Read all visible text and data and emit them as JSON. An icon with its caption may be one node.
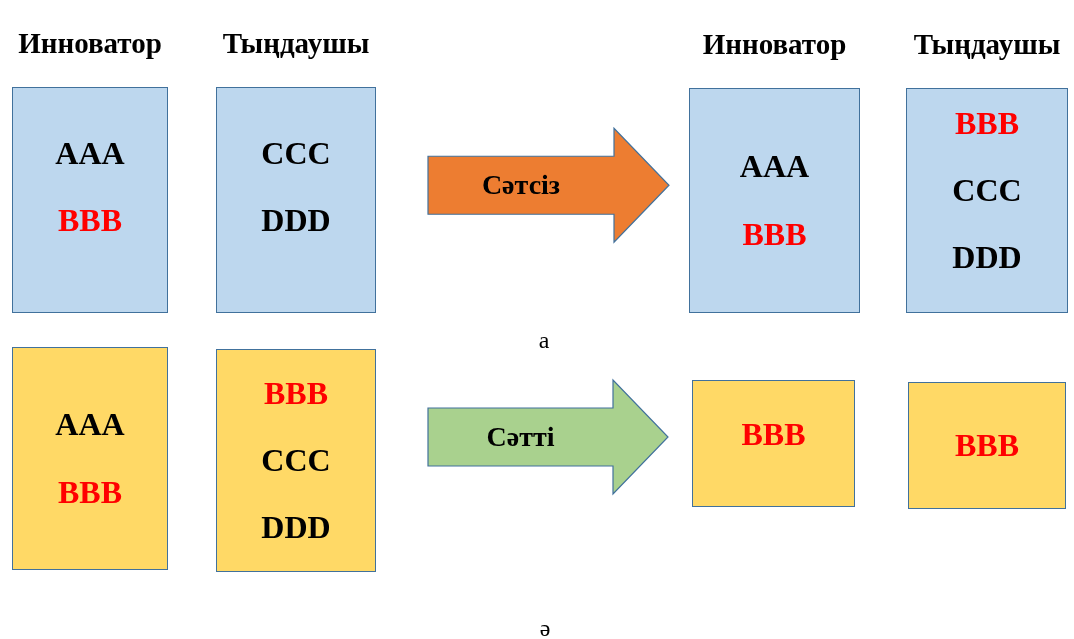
{
  "diagram": {
    "nodes": [
      {
        "text": [
          "Инноватор",
          "AAA",
          "BBB"
        ]
      },
      {
        "text": [
          "Тыңдаушы",
          "CCC",
          "DDD"
        ]
      },
      {
        "text": [
          "Инноватор",
          "AAA",
          "BBB"
        ]
      },
      {
        "text": [
          "Тыңдаушы",
          "BBB",
          "CCC",
          "DDD"
        ]
      },
      {
        "text": [
          "AAA",
          "BBB"
        ]
      },
      {
        "text": [
          "BBB",
          "CCC",
          "DDD"
        ]
      },
      {
        "text": [
          "BBB"
        ]
      },
      {
        "text": [
          "BBB"
        ]
      }
    ],
    "edges": [
      {
        "from": 1,
        "to": 2,
        "arrow": "to",
        "label": "Сәтсіз",
        "style": "thick",
        "color": "#ed7d31"
      },
      {
        "from": 5,
        "to": 6,
        "arrow": "to",
        "label": "Сәтті",
        "style": "thick",
        "color": "#a9d18e"
      }
    ],
    "labels": [
      "а",
      "ә"
    ]
  }
}
